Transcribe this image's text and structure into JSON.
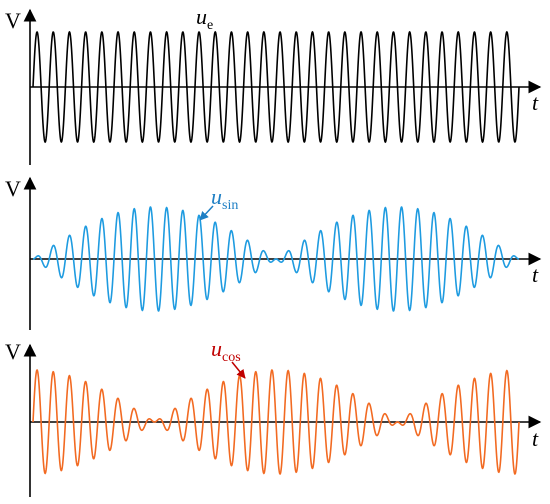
{
  "chart_data": [
    {
      "type": "line",
      "ylabel": "V",
      "xlabel": "t",
      "annotation": {
        "main": "u",
        "sub": "e"
      },
      "series": [
        {
          "name": "u_e",
          "envelope": "constant",
          "amplitude": 1.0,
          "cycles": 30,
          "color": "#000000"
        }
      ]
    },
    {
      "type": "line",
      "ylabel": "V",
      "xlabel": "t",
      "annotation": {
        "main": "u",
        "sub": "sin"
      },
      "series": [
        {
          "name": "u_sin",
          "envelope": "sin",
          "amplitude": 1.0,
          "cycles": 30,
          "envelope_periods": 2,
          "color": "#1e9be0"
        }
      ]
    },
    {
      "type": "line",
      "ylabel": "V",
      "xlabel": "t",
      "annotation": {
        "main": "u",
        "sub": "cos"
      },
      "series": [
        {
          "name": "u_cos",
          "envelope": "cos",
          "amplitude": 1.0,
          "cycles": 30,
          "envelope_periods": 2,
          "color": "#f26a22"
        }
      ]
    }
  ],
  "annotation_colors": [
    "#000000",
    "#1e7fc4",
    "#c00000"
  ]
}
